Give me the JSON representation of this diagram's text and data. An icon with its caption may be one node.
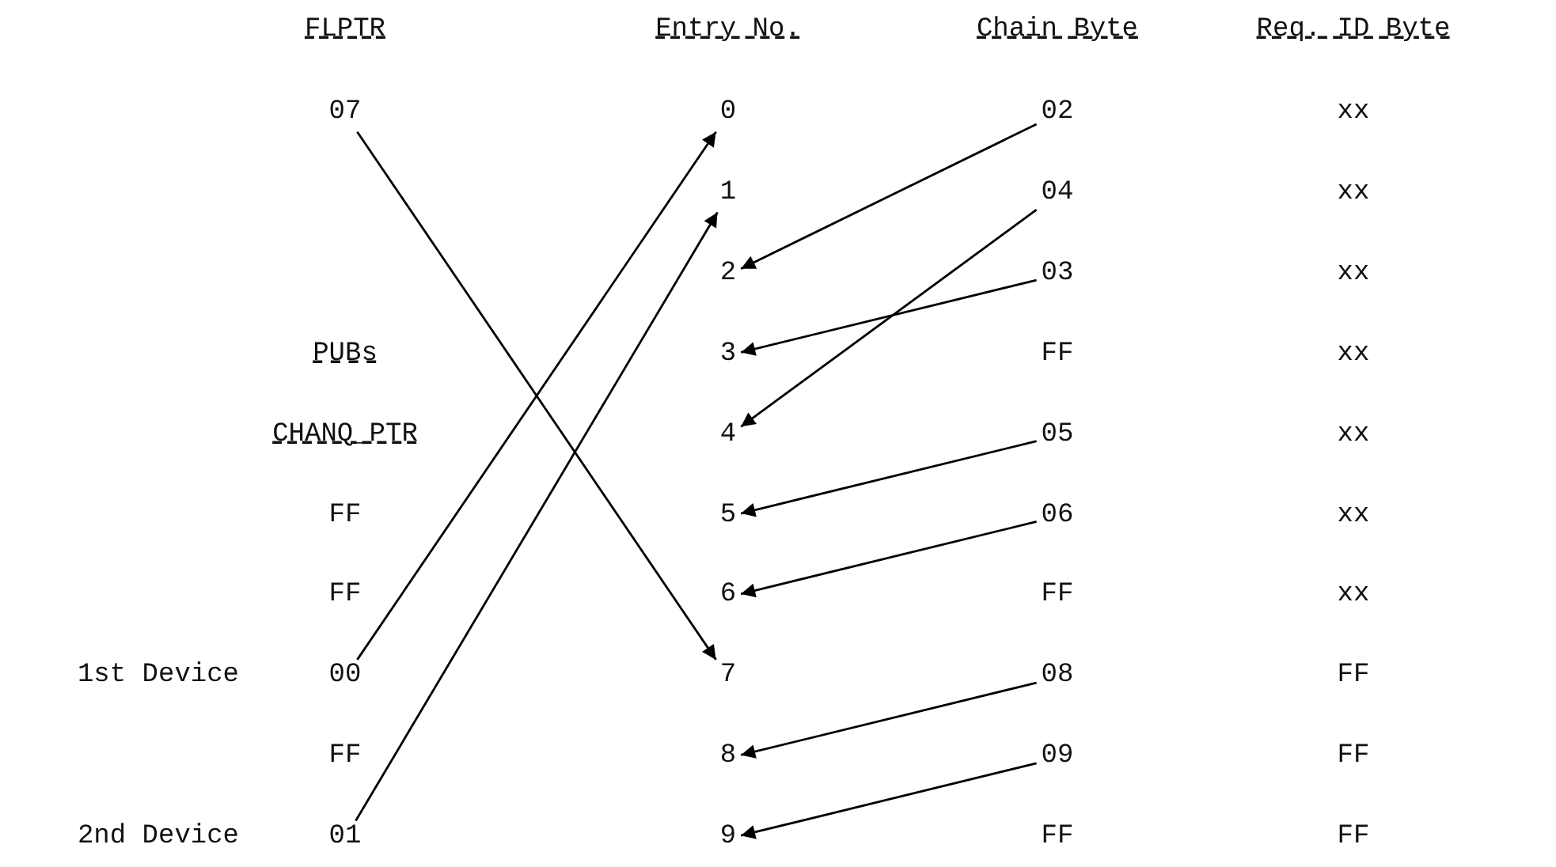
{
  "diagram": {
    "nodes": [
      {
        "text": [
          "07"
        ]
      },
      {
        "text": [
          "0"
        ]
      },
      {
        "text": [
          "1"
        ]
      },
      {
        "text": [
          "2"
        ]
      },
      {
        "text": [
          "3"
        ]
      },
      {
        "text": [
          "4"
        ]
      },
      {
        "text": [
          "5"
        ]
      },
      {
        "text": [
          "6"
        ]
      },
      {
        "text": [
          "7"
        ]
      },
      {
        "text": [
          "8"
        ]
      },
      {
        "text": [
          "9"
        ]
      },
      {
        "text": [
          "02"
        ]
      },
      {
        "text": [
          "04"
        ]
      },
      {
        "text": [
          "03"
        ]
      },
      {
        "text": [
          "05"
        ]
      },
      {
        "text": [
          "06"
        ]
      },
      {
        "text": [
          "08"
        ]
      },
      {
        "text": [
          "09"
        ]
      },
      {
        "text": [
          "00"
        ],
        "beside": [
          "1st Device"
        ]
      },
      {
        "text": [
          "01"
        ],
        "beside": [
          "2nd Device"
        ]
      }
    ],
    "edges": [
      {
        "from": 0,
        "to": 8,
        "arrow": "to"
      },
      {
        "from": 18,
        "to": 1,
        "arrow": "to"
      },
      {
        "from": 19,
        "to": 2,
        "arrow": "to"
      },
      {
        "from": 11,
        "to": 3,
        "arrow": "to"
      },
      {
        "from": 12,
        "to": 5,
        "arrow": "to"
      },
      {
        "from": 13,
        "to": 4,
        "arrow": "to"
      },
      {
        "from": 14,
        "to": 6,
        "arrow": "to"
      },
      {
        "from": 15,
        "to": 7,
        "arrow": "to"
      },
      {
        "from": 16,
        "to": 9,
        "arrow": "to"
      },
      {
        "from": 17,
        "to": 10,
        "arrow": "to"
      }
    ],
    "labels": [
      "FLPTR",
      "Entry No.",
      "Chain Byte",
      "Req. ID Byte",
      "xx",
      "xx",
      "xx",
      "PUBs",
      "FF",
      "xx",
      "CHANQ_PTR",
      "xx",
      "FF",
      "xx",
      "FF",
      "FF",
      "xx",
      "FF",
      "FF",
      "FF",
      "FF",
      "FF"
    ]
  }
}
